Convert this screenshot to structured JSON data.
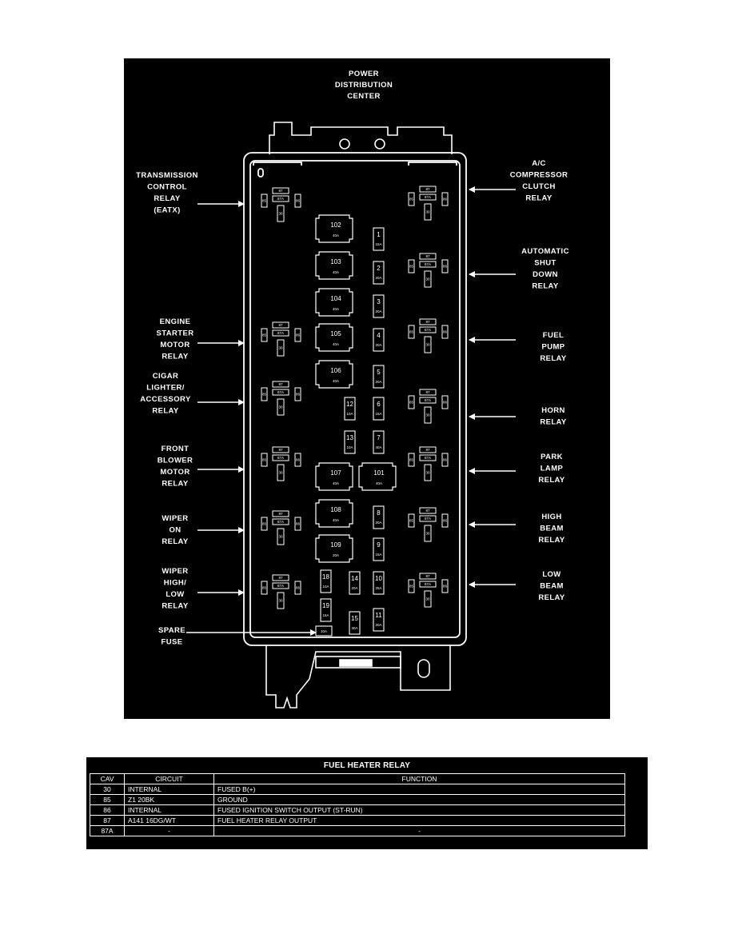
{
  "diagram": {
    "title_lines": [
      "POWER",
      "DISTRIBUTION",
      "CENTER"
    ],
    "left_labels": [
      {
        "name": "transmission-control-relay-label",
        "lines": [
          "TRANSMISSION",
          "CONTROL",
          "RELAY",
          "(EATX)"
        ]
      },
      {
        "name": "engine-starter-motor-relay-label",
        "lines": [
          "ENGINE",
          "STARTER",
          "MOTOR",
          "RELAY"
        ]
      },
      {
        "name": "cigar-lighter-accessory-relay-label",
        "lines": [
          "CIGAR",
          "LIGHTER/",
          "ACCESSORY",
          "RELAY"
        ]
      },
      {
        "name": "front-blower-motor-relay-label",
        "lines": [
          "FRONT",
          "BLOWER",
          "MOTOR",
          "RELAY"
        ]
      },
      {
        "name": "wiper-on-relay-label",
        "lines": [
          "WIPER",
          "ON",
          "RELAY"
        ]
      },
      {
        "name": "wiper-high-low-relay-label",
        "lines": [
          "WIPER",
          "HIGH/",
          "LOW",
          "RELAY"
        ]
      },
      {
        "name": "spare-fuse-label",
        "lines": [
          "SPARE",
          "FUSE"
        ]
      }
    ],
    "right_labels": [
      {
        "name": "ac-compressor-clutch-relay-label",
        "lines": [
          "A/C",
          "COMPRESSOR",
          "CLUTCH",
          "RELAY"
        ]
      },
      {
        "name": "automatic-shut-down-relay-label",
        "lines": [
          "AUTOMATIC",
          "SHUT",
          "DOWN",
          "RELAY"
        ]
      },
      {
        "name": "fuel-pump-relay-label",
        "lines": [
          "FUEL",
          "PUMP",
          "RELAY"
        ]
      },
      {
        "name": "horn-relay-label",
        "lines": [
          "HORN",
          "RELAY"
        ]
      },
      {
        "name": "park-lamp-relay-label",
        "lines": [
          "PARK",
          "LAMP",
          "RELAY"
        ]
      },
      {
        "name": "high-beam-relay-label",
        "lines": [
          "HIGH",
          "BEAM",
          "RELAY"
        ]
      },
      {
        "name": "low-beam-relay-label",
        "lines": [
          "LOW",
          "BEAM",
          "RELAY"
        ]
      }
    ],
    "big_fuses": [
      {
        "num": "102",
        "amp": "40A"
      },
      {
        "num": "103",
        "amp": "40A"
      },
      {
        "num": "104",
        "amp": "40A"
      },
      {
        "num": "105",
        "amp": "40A"
      },
      {
        "num": "106",
        "amp": "40A"
      },
      {
        "num": "107",
        "amp": "40A"
      },
      {
        "num": "101",
        "amp": "40A"
      },
      {
        "num": "108",
        "amp": "40A"
      },
      {
        "num": "109",
        "amp": "20A"
      }
    ],
    "small_fuses": [
      {
        "num": "1",
        "amp": "15A"
      },
      {
        "num": "2",
        "amp": "20A"
      },
      {
        "num": "3",
        "amp": "20A"
      },
      {
        "num": "4",
        "amp": "20A"
      },
      {
        "num": "5",
        "amp": "20A"
      },
      {
        "num": "6",
        "amp": "15A"
      },
      {
        "num": "7",
        "amp": "40A"
      },
      {
        "num": "8",
        "amp": "20A"
      },
      {
        "num": "9",
        "amp": "15A"
      },
      {
        "num": "10",
        "amp": "25A"
      },
      {
        "num": "11",
        "amp": "20A"
      },
      {
        "num": "12",
        "amp": "10A"
      },
      {
        "num": "13",
        "amp": "10A"
      },
      {
        "num": "14",
        "amp": "20A"
      },
      {
        "num": "15",
        "amp": "30A"
      },
      {
        "num": "18",
        "amp": "10A"
      },
      {
        "num": "19",
        "amp": "15A"
      },
      {
        "num": "",
        "amp": "10A"
      }
    ],
    "relay_pins": {
      "p30": "30",
      "p85": "85",
      "p86": "86",
      "p87": "87",
      "p87a": "87A"
    }
  },
  "table": {
    "title": "FUEL HEATER RELAY",
    "headers": {
      "cav": "CAV",
      "circuit": "CIRCUIT",
      "function": "FUNCTION"
    },
    "rows": [
      {
        "cav": "30",
        "circuit": "INTERNAL",
        "function": "FUSED B(+)"
      },
      {
        "cav": "85",
        "circuit": "Z1 20BK",
        "function": "GROUND"
      },
      {
        "cav": "86",
        "circuit": "INTERNAL",
        "function": "FUSED IGNITION SWITCH OUTPUT (ST-RUN)"
      },
      {
        "cav": "87",
        "circuit": "A141 16DG/WT",
        "function": "FUEL HEATER RELAY OUTPUT"
      },
      {
        "cav": "87A",
        "circuit": "-",
        "function": "-"
      }
    ]
  }
}
